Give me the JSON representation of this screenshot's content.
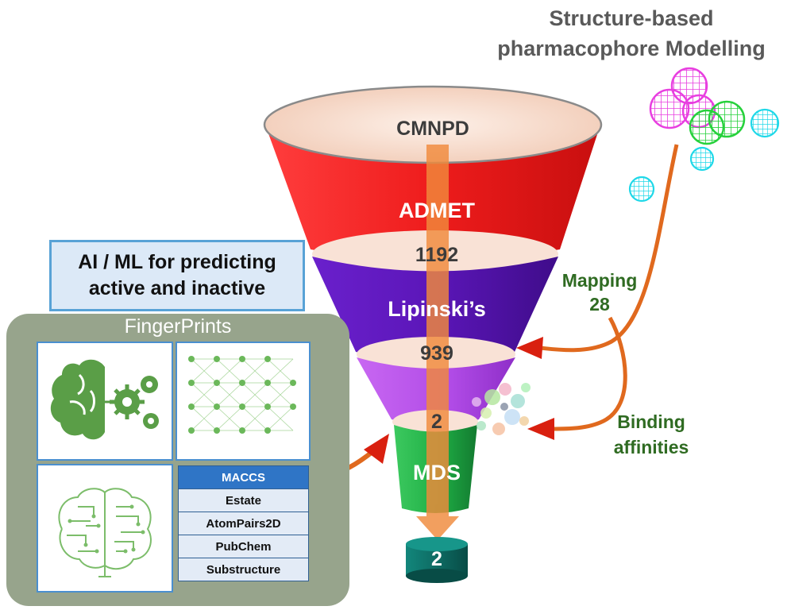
{
  "title": {
    "line1": "Structure-based",
    "line2": "pharmacophore Modelling"
  },
  "funnel": {
    "top_label": "CMNPD",
    "stage1_label": "ADMET",
    "count1": "1192",
    "stage2_label": "Lipinski’s",
    "count2": "939",
    "count3": "2",
    "stage3_label": "MDS",
    "final_count": "2"
  },
  "annotations": {
    "mapping_label": "Mapping",
    "mapping_count": "28",
    "binding_line1": "Binding",
    "binding_line2": "affinities"
  },
  "ai_box": {
    "line1": "AI / ML for predicting",
    "line2": "active and inactive"
  },
  "fingerprints": {
    "title": "FingerPrints",
    "items": [
      "MACCS",
      "Estate",
      "AtomPairs2D",
      "PubChem",
      "Substructure"
    ],
    "selected_index": 0
  },
  "colors": {
    "admet": "#ee1c1c",
    "lipinski": "#5b16b8",
    "violet": "#b54ce6",
    "mds": "#22b24c",
    "ellipse": "#f8ddd0",
    "arrow_orange": "#e0691e",
    "arrow_red": "#d9200f",
    "label_green": "#2f6b22",
    "sphere_magenta": "#e83fe0",
    "sphere_green": "#26d13b",
    "sphere_cyan": "#1fd8e8",
    "cylinder": "#0e6b63"
  },
  "icons": [
    "brain-gears-icon",
    "neural-network-icon",
    "circuit-brain-icon",
    "pharmacophore-spheres-icon",
    "protein-ligand-icon"
  ]
}
